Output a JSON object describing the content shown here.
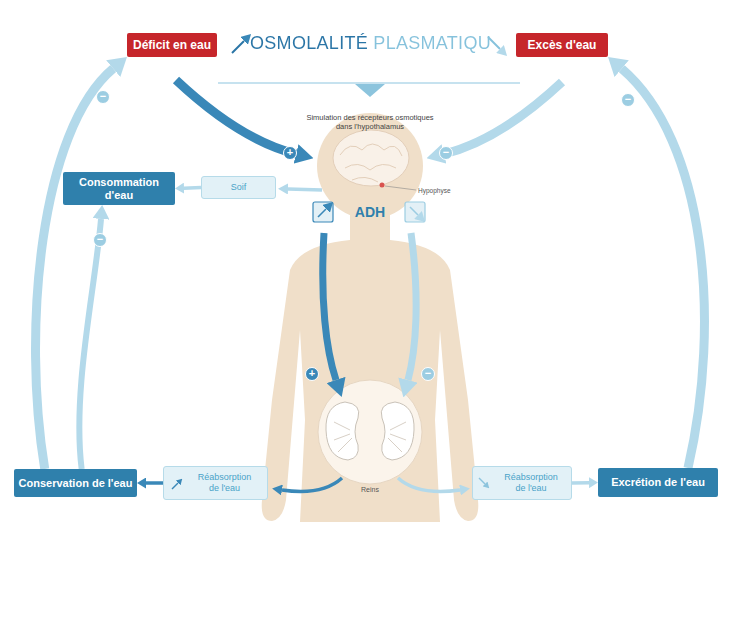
{
  "diagram": {
    "title": "OSMOLALITÉ PLASMATIQUE",
    "nodes": [
      {
        "text": [
          "Déficit en eau"
        ]
      },
      {
        "text": [
          "Excès d'eau"
        ]
      },
      {
        "text": [
          "Consommation d'eau"
        ]
      },
      {
        "text": [
          "Soif"
        ]
      },
      {
        "text": [
          "Conservation de l'eau"
        ]
      },
      {
        "text": [
          "Réabsorption de l'eau"
        ]
      },
      {
        "text": [
          "Réabsorption de l'eau"
        ]
      },
      {
        "text": [
          "Excrétion de l'eau"
        ]
      }
    ],
    "edges": [
      {
        "from": 4,
        "to": 0,
        "arrow": "to",
        "label": "−"
      },
      {
        "from": 4,
        "to": 2,
        "arrow": "to",
        "label": "−"
      },
      {
        "from": 7,
        "to": 1,
        "arrow": "to",
        "label": "−"
      },
      {
        "from": 3,
        "to": 2,
        "arrow": "to"
      },
      {
        "from": 5,
        "to": 4,
        "arrow": "to"
      },
      {
        "from": 6,
        "to": 7,
        "arrow": "to"
      }
    ],
    "labels": [
      "Simulation des récepteurs osmotiques dans l'hypothalamus",
      "Hypophyse",
      "ADH",
      "Reins",
      "+",
      "−",
      "+",
      "−"
    ]
  }
}
